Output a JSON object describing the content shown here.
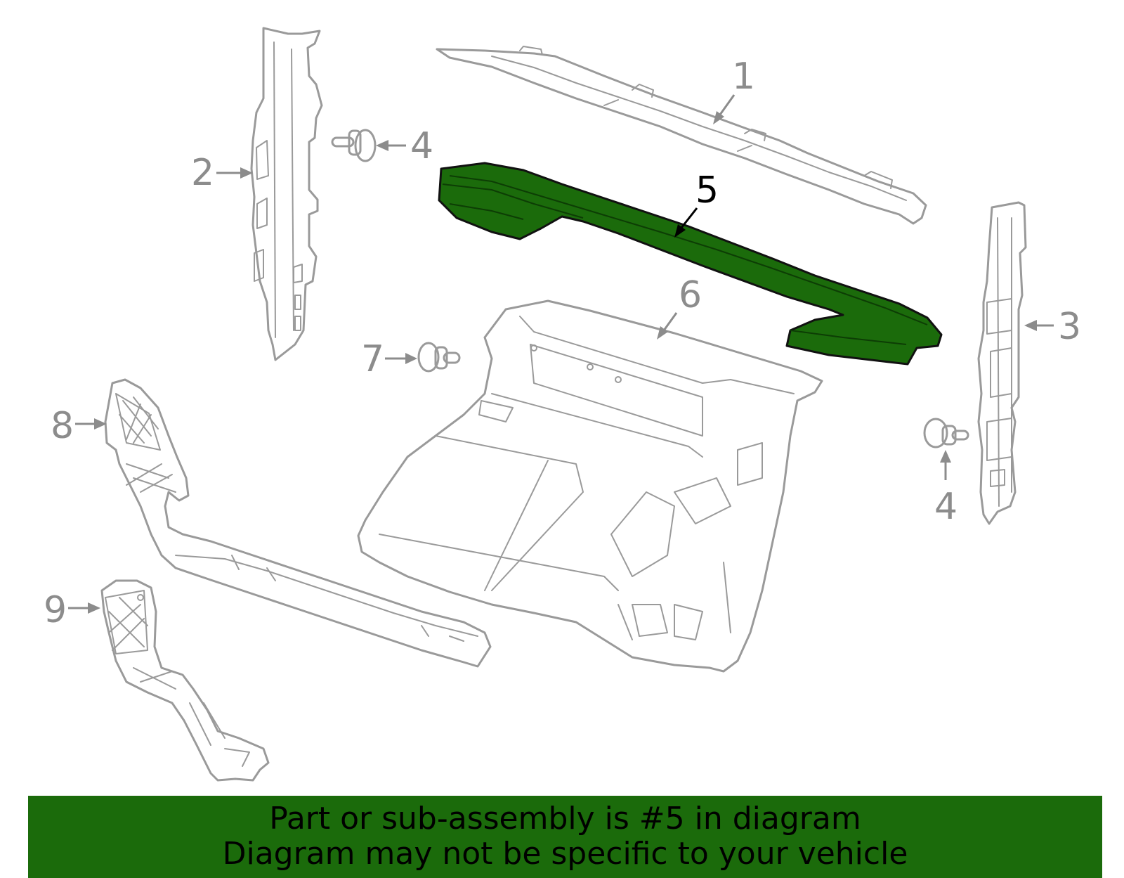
{
  "callouts": {
    "c1": "1",
    "c2": "2",
    "c3": "3",
    "c4a": "4",
    "c4b": "4",
    "c5": "5",
    "c6": "6",
    "c7": "7",
    "c8": "8",
    "c9": "9"
  },
  "highlighted_part": "5",
  "colors": {
    "highlight": "#1b6b0b",
    "line": "#9a9a9a",
    "banner": "#1b6b0b"
  },
  "banner": {
    "line1": "Part or sub-assembly is #5 in diagram",
    "line2": "Diagram may not be specific to your vehicle"
  }
}
